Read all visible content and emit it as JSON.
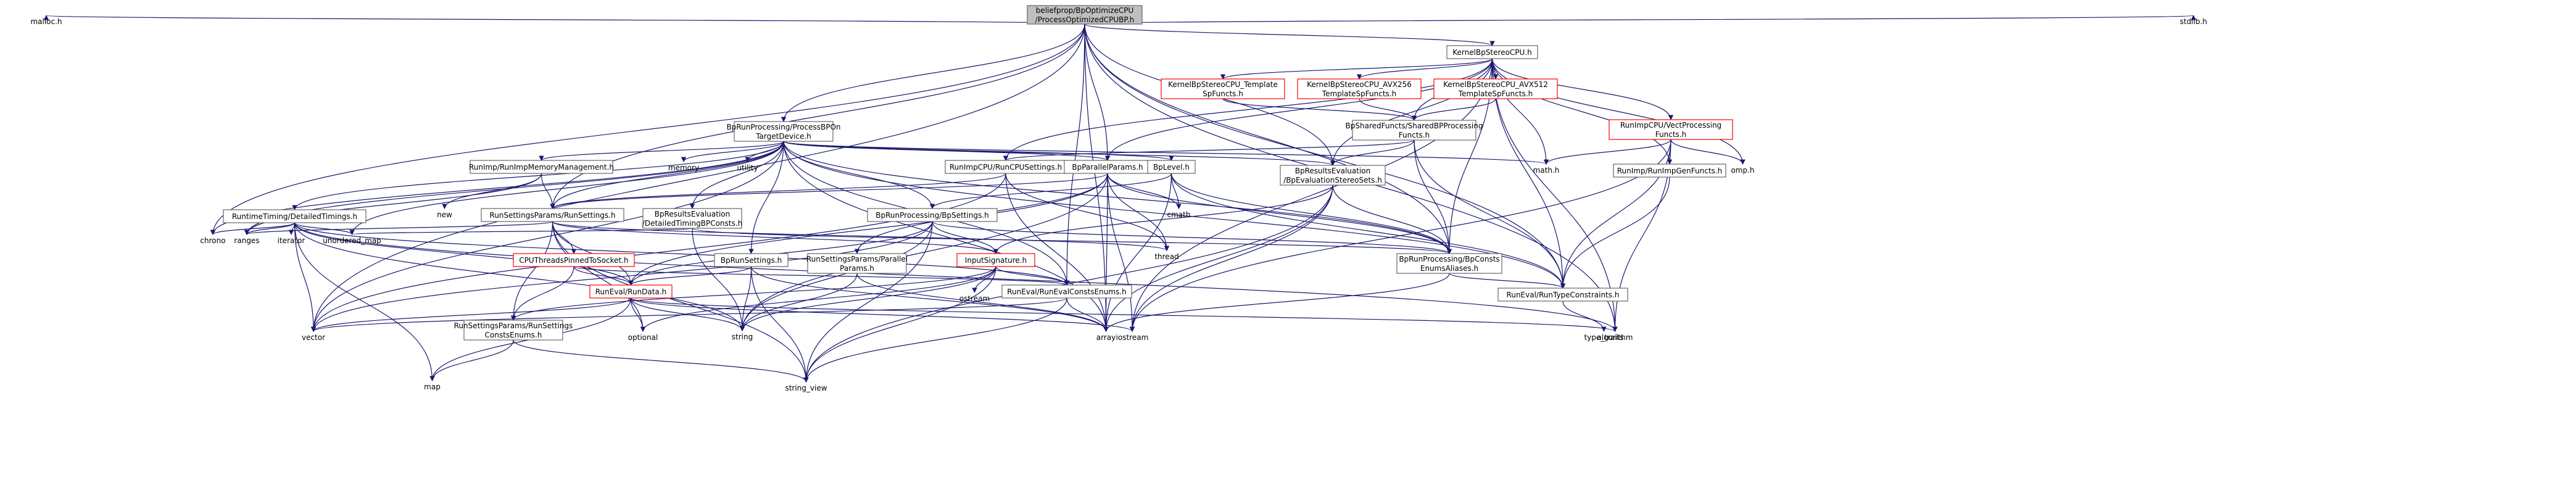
{
  "colors": {
    "edge_blue": "#191970",
    "edge_red": "#8b1a1a",
    "box_gray": "#666666",
    "box_red": "#ff0000",
    "root_fill": "#bfbfbf",
    "node_fill": "#ffffff",
    "text": "#000000",
    "text_light": "#808080"
  },
  "nodes": [
    {
      "id": "root",
      "lines": [
        "beliefprop/BpOptimizeCPU",
        "/ProcessOptimizedCPUBP.h"
      ],
      "style": "root"
    },
    {
      "id": "malloc",
      "lines": [
        "malloc.h"
      ],
      "style": "plain"
    },
    {
      "id": "kernel",
      "lines": [
        "KernelBpStereoCPU.h"
      ],
      "style": "box"
    },
    {
      "id": "stdlib",
      "lines": [
        "stdlib.h"
      ],
      "style": "plain"
    },
    {
      "id": "kspf",
      "lines": [
        "KernelBpStereoCPU_Template",
        "SpFuncts.h"
      ],
      "style": "red"
    },
    {
      "id": "avx256",
      "lines": [
        "KernelBpStereoCPU_AVX256",
        "TemplateSpFuncts.h"
      ],
      "style": "red"
    },
    {
      "id": "avx512",
      "lines": [
        "KernelBpStereoCPU_AVX512",
        "TemplateSpFuncts.h"
      ],
      "style": "red"
    },
    {
      "id": "vect",
      "lines": [
        "RunImpCPU/VectProcessing",
        "Functs.h"
      ],
      "style": "red"
    },
    {
      "id": "processbp",
      "lines": [
        "BpRunProcessing/ProcessBPOn",
        "TargetDevice.h"
      ],
      "style": "box"
    },
    {
      "id": "sharedbp",
      "lines": [
        "BpSharedFuncts/SharedBPProcessing",
        "Functs.h"
      ],
      "style": "box"
    },
    {
      "id": "memmgmt",
      "lines": [
        "RunImp/RunImpMemoryManagement.h"
      ],
      "style": "box"
    },
    {
      "id": "memory",
      "lines": [
        "memory"
      ],
      "style": "plain"
    },
    {
      "id": "utility",
      "lines": [
        "utility"
      ],
      "style": "plain"
    },
    {
      "id": "cpusettings",
      "lines": [
        "RunImpCPU/RunCPUSettings.h"
      ],
      "style": "box"
    },
    {
      "id": "parallel",
      "lines": [
        "BpParallelParams.h"
      ],
      "style": "box"
    },
    {
      "id": "bplevel",
      "lines": [
        "BpLevel.h"
      ],
      "style": "box"
    },
    {
      "id": "evalstereo",
      "lines": [
        "BpResultsEvaluation",
        "/BpEvaluationStereoSets.h"
      ],
      "style": "box"
    },
    {
      "id": "math",
      "lines": [
        "math.h"
      ],
      "style": "plain"
    },
    {
      "id": "genfuncts",
      "lines": [
        "RunImp/RunImpGenFuncts.h"
      ],
      "style": "box"
    },
    {
      "id": "omp",
      "lines": [
        "omp.h"
      ],
      "style": "plain"
    },
    {
      "id": "new",
      "lines": [
        "new"
      ],
      "style": "plain"
    },
    {
      "id": "runsettings",
      "lines": [
        "RunSettingsParams/RunSettings.h"
      ],
      "style": "box"
    },
    {
      "id": "timingconsts",
      "lines": [
        "BpResultsEvaluation",
        "/DetailedTimingBPConsts.h"
      ],
      "style": "box"
    },
    {
      "id": "cmath",
      "lines": [
        "cmath"
      ],
      "style": "plain"
    },
    {
      "id": "bpsettings",
      "lines": [
        "BpRunProcessing/BpSettings.h"
      ],
      "style": "box"
    },
    {
      "id": "detailedtimings",
      "lines": [
        "RuntimeTiming/DetailedTimings.h"
      ],
      "style": "box"
    },
    {
      "id": "chrono",
      "lines": [
        "chrono"
      ],
      "style": "plain"
    },
    {
      "id": "ranges",
      "lines": [
        "ranges"
      ],
      "style": "plain"
    },
    {
      "id": "iterator",
      "lines": [
        "iterator"
      ],
      "style": "plain"
    },
    {
      "id": "unordered",
      "lines": [
        "unordered_map"
      ],
      "style": "plain"
    },
    {
      "id": "threadpin",
      "lines": [
        "CPUThreadsPinnedToSocket.h"
      ],
      "style": "red"
    },
    {
      "id": "bprunsettings",
      "lines": [
        "BpRunSettings.h"
      ],
      "style": "box"
    },
    {
      "id": "parallelsettings",
      "lines": [
        "RunSettingsParams/Parallel",
        "Params.h"
      ],
      "style": "box"
    },
    {
      "id": "inputsig",
      "lines": [
        "InputSignature.h"
      ],
      "style": "red"
    },
    {
      "id": "thread",
      "lines": [
        "thread"
      ],
      "style": "plain"
    },
    {
      "id": "constsenums",
      "lines": [
        "BpRunProcessing/BpConsts",
        "EnumsAliases.h"
      ],
      "style": "box"
    },
    {
      "id": "rundata",
      "lines": [
        "RunEval/RunData.h"
      ],
      "style": "red"
    },
    {
      "id": "ostream",
      "lines": [
        "ostream"
      ],
      "style": "plain"
    },
    {
      "id": "evalconsts",
      "lines": [
        "RunEval/RunEvalConstsEnums.h"
      ],
      "style": "box"
    },
    {
      "id": "typeconstraints",
      "lines": [
        "RunEval/RunTypeConstraints.h"
      ],
      "style": "box"
    },
    {
      "id": "settingsconsts",
      "lines": [
        "RunSettingsParams/RunSettings",
        "ConstsEnums.h"
      ],
      "style": "box"
    },
    {
      "id": "vector",
      "lines": [
        "vector"
      ],
      "style": "plain"
    },
    {
      "id": "optional",
      "lines": [
        "optional"
      ],
      "style": "plain"
    },
    {
      "id": "string",
      "lines": [
        "string"
      ],
      "style": "plain"
    },
    {
      "id": "array",
      "lines": [
        "array"
      ],
      "style": "plain"
    },
    {
      "id": "iostream",
      "lines": [
        "iostream"
      ],
      "style": "plain"
    },
    {
      "id": "algorithm",
      "lines": [
        "algorithm"
      ],
      "style": "plain"
    },
    {
      "id": "type_traits",
      "lines": [
        "type_traits"
      ],
      "style": "plain"
    },
    {
      "id": "map",
      "lines": [
        "map"
      ],
      "style": "plain"
    },
    {
      "id": "string_view",
      "lines": [
        "string_view"
      ],
      "style": "plain"
    }
  ],
  "edges": [
    [
      "root",
      "malloc"
    ],
    [
      "root",
      "kernel"
    ],
    [
      "root",
      "stdlib"
    ],
    [
      "root",
      "processbp"
    ],
    [
      "root",
      "chrono"
    ],
    [
      "root",
      "vector"
    ],
    [
      "root",
      "runsettings"
    ],
    [
      "root",
      "parallel"
    ],
    [
      "root",
      "evalstereo"
    ],
    [
      "root",
      "array"
    ],
    [
      "root",
      "algorithm"
    ],
    [
      "root",
      "constsenums"
    ],
    [
      "root",
      "typeconstraints"
    ],
    [
      "root",
      "evalconsts"
    ],
    [
      "kernel",
      "kspf"
    ],
    [
      "kernel",
      "avx256"
    ],
    [
      "kernel",
      "avx512"
    ],
    [
      "kernel",
      "vect"
    ],
    [
      "kernel",
      "sharedbp"
    ],
    [
      "kernel",
      "cpusettings"
    ],
    [
      "kernel",
      "parallel"
    ],
    [
      "kernel",
      "evalstereo"
    ],
    [
      "kernel",
      "math"
    ],
    [
      "kernel",
      "omp"
    ],
    [
      "kernel",
      "genfuncts"
    ],
    [
      "kernel",
      "constsenums"
    ],
    [
      "kernel",
      "typeconstraints"
    ],
    [
      "kernel",
      "iostream"
    ],
    [
      "kernel",
      "algorithm"
    ],
    [
      "kspf",
      "sharedbp"
    ],
    [
      "avx256",
      "sharedbp"
    ],
    [
      "avx512",
      "sharedbp"
    ],
    [
      "vect",
      "math"
    ],
    [
      "vect",
      "omp"
    ],
    [
      "vect",
      "genfuncts"
    ],
    [
      "vect",
      "typeconstraints"
    ],
    [
      "vect",
      "algorithm"
    ],
    [
      "vect",
      "iostream"
    ],
    [
      "processbp",
      "memmgmt"
    ],
    [
      "processbp",
      "memory"
    ],
    [
      "processbp",
      "utility"
    ],
    [
      "processbp",
      "parallel"
    ],
    [
      "processbp",
      "bplevel"
    ],
    [
      "processbp",
      "evalstereo"
    ],
    [
      "processbp",
      "math"
    ],
    [
      "processbp",
      "runsettings"
    ],
    [
      "processbp",
      "timingconsts"
    ],
    [
      "processbp",
      "bpsettings"
    ],
    [
      "processbp",
      "detailedtimings"
    ],
    [
      "processbp",
      "chrono"
    ],
    [
      "processbp",
      "ranges"
    ],
    [
      "processbp",
      "unordered"
    ],
    [
      "processbp",
      "vector"
    ],
    [
      "processbp",
      "bprunsettings"
    ],
    [
      "processbp",
      "constsenums"
    ],
    [
      "processbp",
      "typeconstraints"
    ],
    [
      "processbp",
      "evalconsts"
    ],
    [
      "processbp",
      "array"
    ],
    [
      "sharedbp",
      "evalstereo"
    ],
    [
      "sharedbp",
      "constsenums"
    ],
    [
      "sharedbp",
      "typeconstraints"
    ],
    [
      "sharedbp",
      "cpusettings"
    ],
    [
      "memmgmt",
      "new"
    ],
    [
      "memmgmt",
      "runsettings"
    ],
    [
      "memmgmt",
      "ranges"
    ],
    [
      "cpusettings",
      "runsettings"
    ],
    [
      "cpusettings",
      "thread"
    ],
    [
      "cpusettings",
      "array"
    ],
    [
      "cpusettings",
      "vector"
    ],
    [
      "parallel",
      "runsettings"
    ],
    [
      "parallel",
      "parallelsettings"
    ],
    [
      "parallel",
      "cmath"
    ],
    [
      "parallel",
      "thread"
    ],
    [
      "parallel",
      "array"
    ],
    [
      "parallel",
      "string"
    ],
    [
      "parallel",
      "iostream"
    ],
    [
      "parallel",
      "rundata"
    ],
    [
      "parallel",
      "constsenums"
    ],
    [
      "bplevel",
      "cmath"
    ],
    [
      "bplevel",
      "bpsettings"
    ],
    [
      "bplevel",
      "constsenums"
    ],
    [
      "bplevel",
      "typeconstraints"
    ],
    [
      "bplevel",
      "array"
    ],
    [
      "evalstereo",
      "inputsig"
    ],
    [
      "evalstereo",
      "array"
    ],
    [
      "evalstereo",
      "iostream"
    ],
    [
      "evalstereo",
      "string_view"
    ],
    [
      "evalstereo",
      "constsenums"
    ],
    [
      "genfuncts",
      "typeconstraints"
    ],
    [
      "runsettings",
      "threadpin"
    ],
    [
      "runsettings",
      "rundata"
    ],
    [
      "runsettings",
      "settingsconsts"
    ],
    [
      "runsettings",
      "inputsig"
    ],
    [
      "runsettings",
      "string_view"
    ],
    [
      "runsettings",
      "ranges"
    ],
    [
      "runsettings",
      "optional"
    ],
    [
      "runsettings",
      "thread"
    ],
    [
      "timingconsts",
      "unordered"
    ],
    [
      "timingconsts",
      "string"
    ],
    [
      "timingconsts",
      "constsenums"
    ],
    [
      "bpsettings",
      "inputsig"
    ],
    [
      "bpsettings",
      "rundata"
    ],
    [
      "bpsettings",
      "vector"
    ],
    [
      "bpsettings",
      "string_view"
    ],
    [
      "bpsettings",
      "string"
    ],
    [
      "bpsettings",
      "constsenums"
    ],
    [
      "detailedtimings",
      "chrono"
    ],
    [
      "detailedtimings",
      "ranges"
    ],
    [
      "detailedtimings",
      "iterator"
    ],
    [
      "detailedtimings",
      "unordered"
    ],
    [
      "detailedtimings",
      "vector"
    ],
    [
      "detailedtimings",
      "map"
    ],
    [
      "detailedtimings",
      "string"
    ],
    [
      "detailedtimings",
      "evalconsts"
    ],
    [
      "detailedtimings",
      "rundata"
    ],
    [
      "detailedtimings",
      "algorithm"
    ],
    [
      "threadpin",
      "rundata"
    ],
    [
      "threadpin",
      "settingsconsts"
    ],
    [
      "threadpin",
      "evalconsts"
    ],
    [
      "bprunsettings",
      "rundata"
    ],
    [
      "bprunsettings",
      "string"
    ],
    [
      "bprunsettings",
      "string_view"
    ],
    [
      "bprunsettings",
      "array"
    ],
    [
      "parallelsettings",
      "string"
    ],
    [
      "parallelsettings",
      "array"
    ],
    [
      "inputsig",
      "ostream"
    ],
    [
      "inputsig",
      "string"
    ],
    [
      "inputsig",
      "string_view"
    ],
    [
      "inputsig",
      "optional"
    ],
    [
      "inputsig",
      "evalconsts"
    ],
    [
      "inputsig",
      "settingsconsts"
    ],
    [
      "constsenums",
      "typeconstraints"
    ],
    [
      "constsenums",
      "array"
    ],
    [
      "rundata",
      "vector"
    ],
    [
      "rundata",
      "optional"
    ],
    [
      "rundata",
      "string"
    ],
    [
      "rundata",
      "iostream"
    ],
    [
      "rundata",
      "map"
    ],
    [
      "rundata",
      "algorithm"
    ],
    [
      "evalconsts",
      "array"
    ],
    [
      "evalconsts",
      "string_view"
    ],
    [
      "evalconsts",
      "vector"
    ],
    [
      "typeconstraints",
      "type_traits"
    ],
    [
      "settingsconsts",
      "map"
    ],
    [
      "settingsconsts",
      "string_view"
    ]
  ]
}
